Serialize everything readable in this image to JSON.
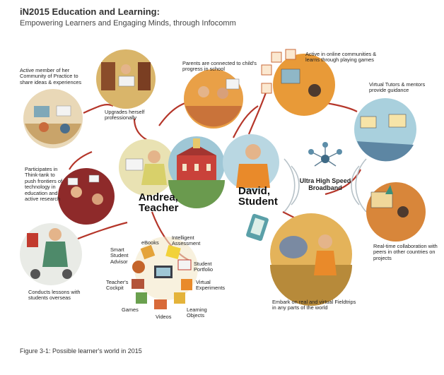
{
  "header": {
    "title": "iN2015 Education and Learning:",
    "subtitle": "Empowering Learners and Engaging Minds, through Infocomm"
  },
  "hubs": {
    "teacher": {
      "line1": "Andrea,",
      "line2": "Teacher"
    },
    "student": {
      "line1": "David,",
      "line2": "Student"
    }
  },
  "broadband": {
    "line1": "Ultra High Speed",
    "line2": "Broadband"
  },
  "scenes": {
    "community": [
      "Active member of her",
      "Community of Practice to",
      "share ideas & experiences"
    ],
    "upgrades": [
      "Upgrades herself",
      "professionally"
    ],
    "parents": [
      "Parents are connected to child's",
      "progress in school"
    ],
    "online": [
      "Active in online communities &",
      "learns through playing games"
    ],
    "tutors": [
      "Virtual Tutors & mentors",
      "provide guidance"
    ],
    "thinktank": [
      "Participates in",
      "Think-tank to",
      "push frontiers of",
      "technology in",
      "education and",
      "active research"
    ],
    "overseas": [
      "Conducts lessons with",
      "students overseas"
    ],
    "collab": [
      "Real-time collaboration with",
      "peers in other countries on",
      "projects"
    ],
    "fieldtrips": [
      "Embark on real and virtual Fieldtrips",
      "in any parts of the world"
    ]
  },
  "tools": {
    "ebooks": "eBooks",
    "assessment": [
      "Intelligent",
      "Assessment"
    ],
    "advisor": [
      "Smart",
      "Student",
      "Advisor"
    ],
    "portfolio": [
      "Student",
      "Portfolio"
    ],
    "cockpit": [
      "Teacher's",
      "Cockpit"
    ],
    "experiments": [
      "Virtual",
      "Experiments"
    ],
    "games": "Games",
    "videos": "Videos",
    "objects": [
      "Learning",
      "Objects"
    ]
  },
  "caption": "Figure 3-1: Possible learner's world in 2015",
  "colors": {
    "connector": "#b5362a",
    "accent_orange": "#e8912a",
    "sky": "#9fc7d6",
    "sand": "#d9b26a"
  }
}
